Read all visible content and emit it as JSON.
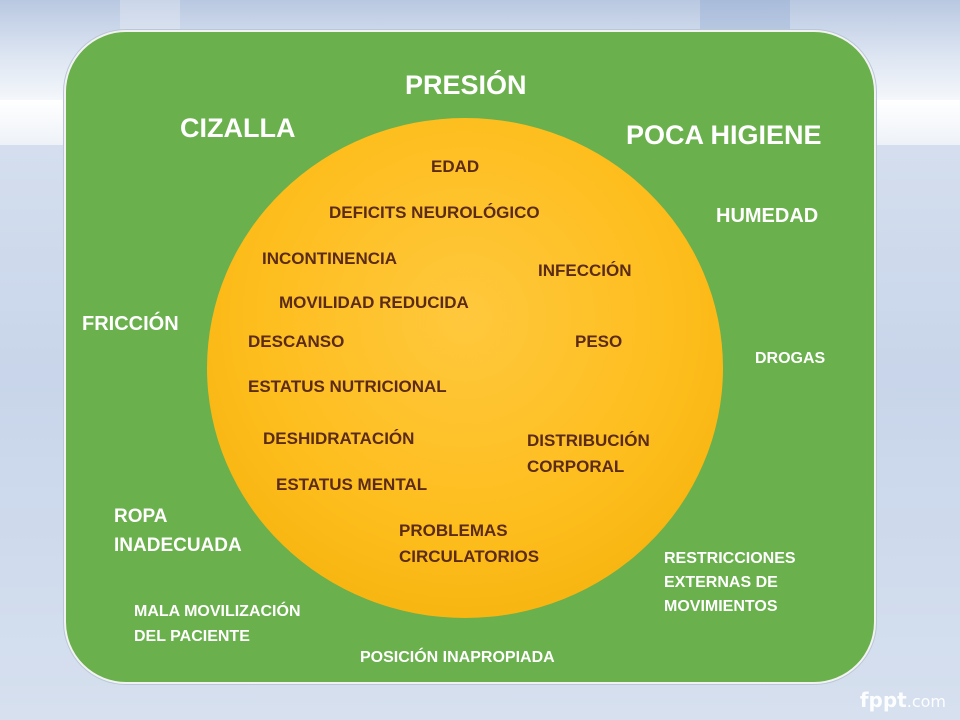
{
  "outer_factors": {
    "presion": "PRESIÓN",
    "cizalla": "CIZALLA",
    "poca_higiene": "POCA HIGIENE",
    "humedad": "HUMEDAD",
    "friccion": "FRICCIÓN",
    "drogas": "DROGAS",
    "ropa_inadecuada": "ROPA\nINADECUADA",
    "restricciones": "RESTRICCIONES\nEXTERNAS DE\nMOVIMIENTOS",
    "mala_movilizacion": "MALA  MOVILIZACIÓN\nDEL PACIENTE",
    "posicion": "POSICIÓN INAPROPIADA"
  },
  "inner_factors": {
    "edad": "EDAD",
    "deficits": "DEFICITS NEUROLÓGICO",
    "incontinencia": "INCONTINENCIA",
    "infeccion": "INFECCIÓN",
    "movilidad": "MOVILIDAD REDUCIDA",
    "descanso": "DESCANSO",
    "peso": "PESO",
    "estatus_nutricional": "ESTATUS NUTRICIONAL",
    "deshidratacion": "DESHIDRATACIÓN",
    "distribucion": "DISTRIBUCIÓN\nCORPORAL",
    "estatus_mental": "ESTATUS MENTAL",
    "problemas": "PROBLEMAS\nCIRCULATORIOS"
  },
  "watermark": {
    "brand": "fppt",
    "tld": ".com"
  },
  "colors": {
    "panel_green": "#6ab04c",
    "circle_yellow": "#fdbd1c",
    "inner_text": "#5b2b17",
    "outer_text": "#ffffff"
  }
}
